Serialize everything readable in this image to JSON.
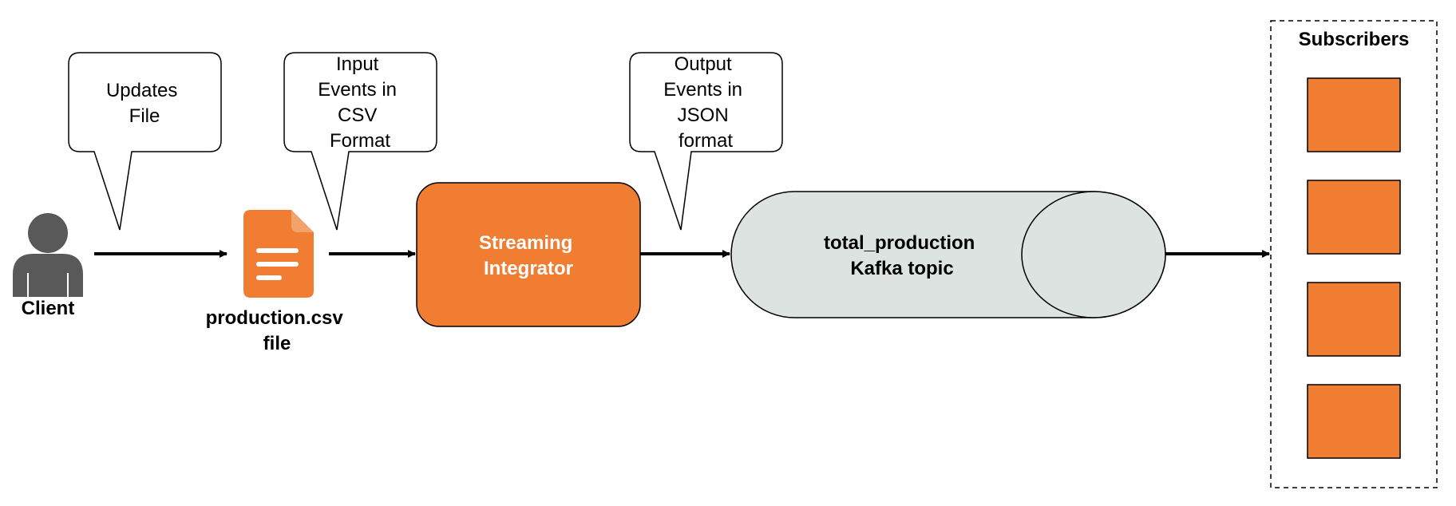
{
  "diagram": {
    "callouts": {
      "updates": [
        "Updates",
        "File"
      ],
      "input": [
        "Input",
        "Events in",
        "CSV",
        "Format"
      ],
      "output": [
        "Output",
        "Events in",
        "JSON",
        "format"
      ]
    },
    "client": {
      "label": "Client"
    },
    "file": {
      "label_line1": "production.csv",
      "label_line2": "file"
    },
    "integrator": {
      "line1": "Streaming",
      "line2": "Integrator"
    },
    "topic": {
      "line1": "total_production",
      "line2": "Kafka topic"
    },
    "subscribers": {
      "title": "Subscribers",
      "count": 4
    },
    "colors": {
      "orange": "#f07d32",
      "topic_fill": "#dce3e0",
      "icon_gray": "#595959",
      "stroke": "#000000",
      "white": "#ffffff"
    }
  }
}
